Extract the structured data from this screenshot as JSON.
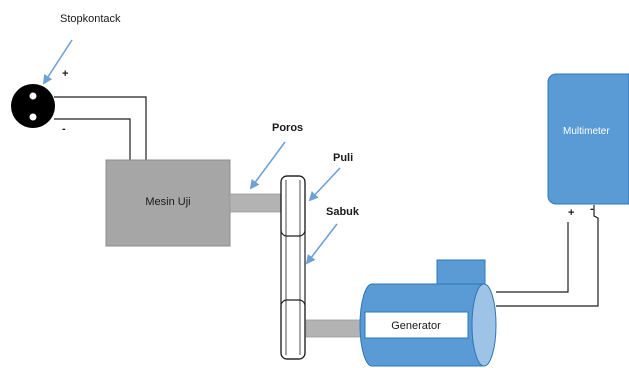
{
  "labels": {
    "stopkontak": "Stopkontack",
    "plus_socket": "+",
    "minus_socket": "-",
    "poros": "Poros",
    "puli": "Puli",
    "sabuk": "Sabuk",
    "mesin_uji": "Mesin Uji",
    "generator": "Generator",
    "multimeter": "Multimeter",
    "plus_meter": "+",
    "minus_meter": "-"
  },
  "colors": {
    "machine_gray": "#a6a6a6",
    "shaft_gray": "#b3b3b3",
    "blue_fill": "#5b9bd5",
    "blue_dark": "#2e75b6",
    "blue_light": "#9dc3e6",
    "arrow_blue": "#6fa0d6",
    "wire": "#1f1f1f"
  }
}
